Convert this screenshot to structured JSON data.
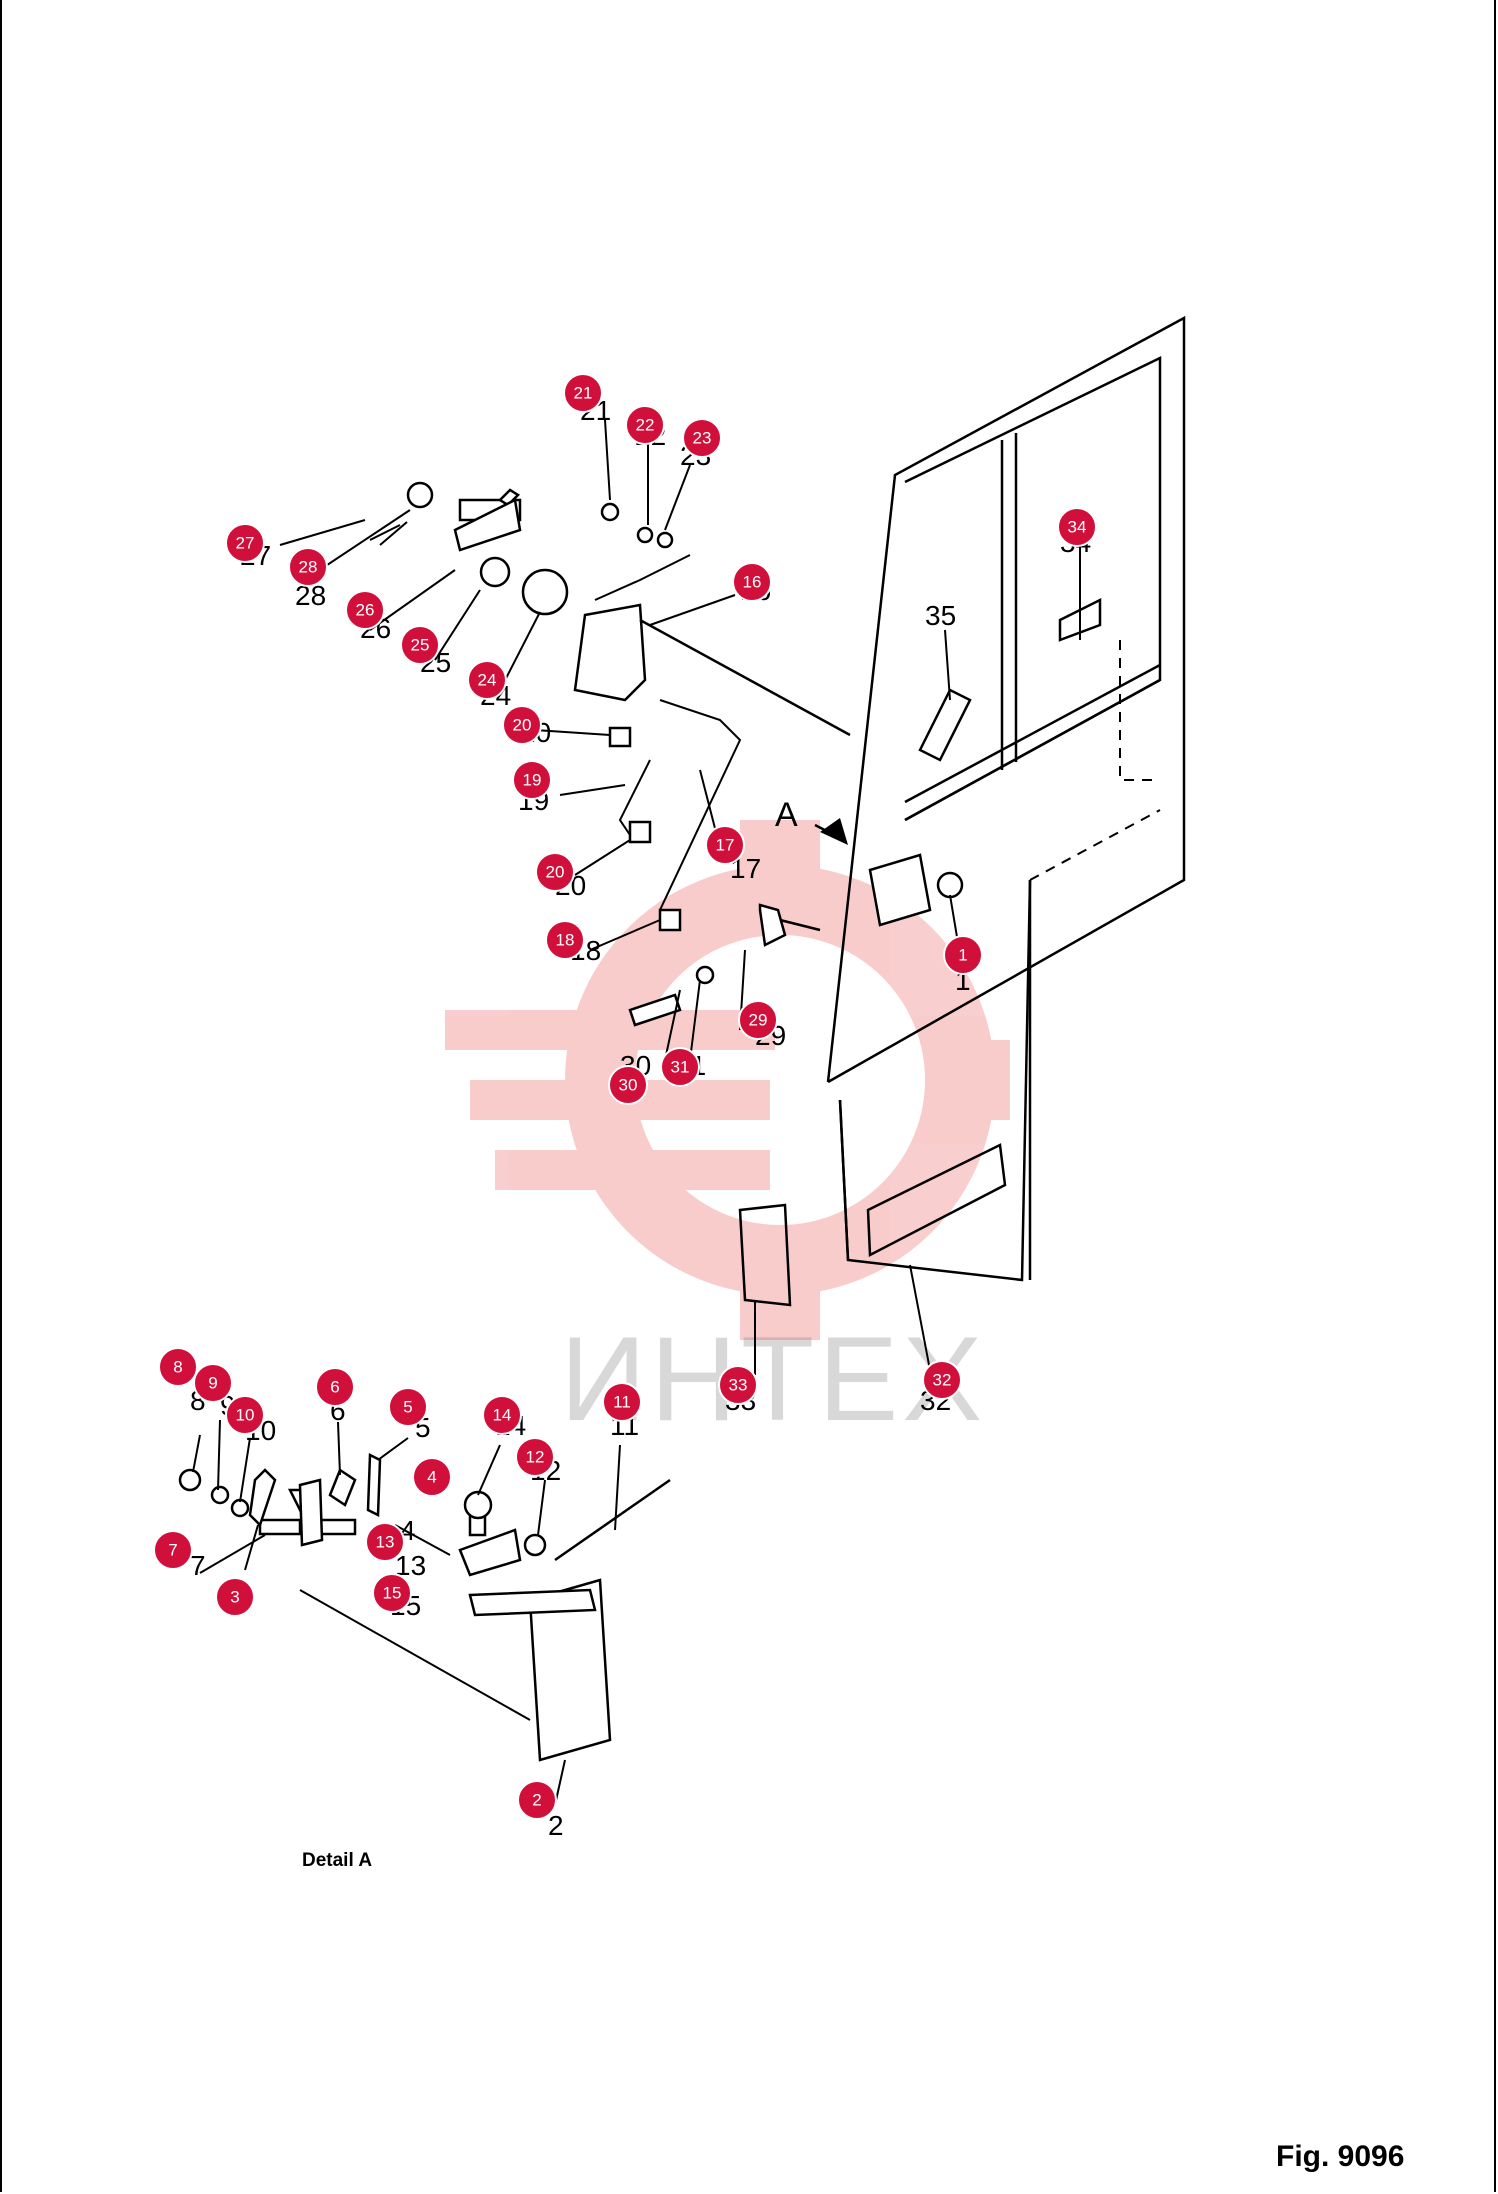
{
  "figure": {
    "caption": "Fig. 9096",
    "detail_label": "Detail A",
    "arrow_label": "A"
  },
  "watermark": {
    "text": "ИНТЕХ",
    "color": "#f4a0a0"
  },
  "badge_color": "#d0103a",
  "parts": [
    {
      "id": "1",
      "label": "1"
    },
    {
      "id": "2",
      "label": "2"
    },
    {
      "id": "3",
      "label": "3"
    },
    {
      "id": "4",
      "label": "4"
    },
    {
      "id": "5",
      "label": "5"
    },
    {
      "id": "6",
      "label": "6"
    },
    {
      "id": "7",
      "label": "7"
    },
    {
      "id": "8",
      "label": "8"
    },
    {
      "id": "9",
      "label": "9"
    },
    {
      "id": "10",
      "label": "10"
    },
    {
      "id": "11",
      "label": "11"
    },
    {
      "id": "12",
      "label": "12"
    },
    {
      "id": "13",
      "label": "13"
    },
    {
      "id": "14",
      "label": "14"
    },
    {
      "id": "15",
      "label": "15"
    },
    {
      "id": "16",
      "label": "16"
    },
    {
      "id": "17",
      "label": "17"
    },
    {
      "id": "18",
      "label": "18"
    },
    {
      "id": "19",
      "label": "19"
    },
    {
      "id": "20",
      "label": "20"
    },
    {
      "id": "20b",
      "label": "20"
    },
    {
      "id": "21",
      "label": "21"
    },
    {
      "id": "22",
      "label": "22"
    },
    {
      "id": "23",
      "label": "23"
    },
    {
      "id": "24",
      "label": "24"
    },
    {
      "id": "25",
      "label": "25"
    },
    {
      "id": "26",
      "label": "26"
    },
    {
      "id": "27",
      "label": "27"
    },
    {
      "id": "28",
      "label": "28"
    },
    {
      "id": "29",
      "label": "29"
    },
    {
      "id": "30",
      "label": "30"
    },
    {
      "id": "31",
      "label": "31"
    },
    {
      "id": "32",
      "label": "32"
    },
    {
      "id": "33",
      "label": "33"
    },
    {
      "id": "34",
      "label": "34"
    }
  ],
  "printed_numbers": [
    "35",
    "17",
    "28",
    "26",
    "25",
    "24",
    "20",
    "19",
    "20",
    "18",
    "21",
    "22",
    "23",
    "16",
    "29",
    "30",
    "31",
    "33",
    "32",
    "1",
    "2",
    "3",
    "7",
    "8",
    "9",
    "10",
    "6",
    "5",
    "4",
    "14",
    "12",
    "11",
    "13",
    "15",
    "34",
    "27"
  ]
}
